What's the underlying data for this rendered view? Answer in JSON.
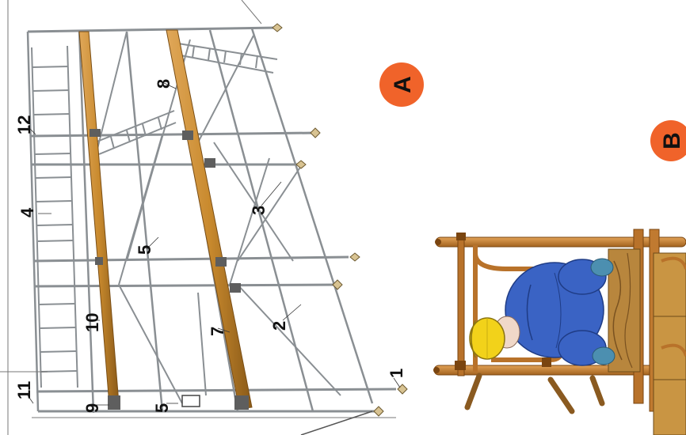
{
  "panels": {
    "a": {
      "badge": "A",
      "badge_color": "#f0632a"
    },
    "b": {
      "badge": "B",
      "badge_color": "#f0632a"
    }
  },
  "callouts": [
    "1",
    "2",
    "3",
    "4",
    "5",
    "5",
    "7",
    "8",
    "9",
    "10",
    "11",
    "12"
  ],
  "colors": {
    "frame": "#8a8f93",
    "plank": "#c98a2e",
    "plank_dark": "#8a5a18",
    "worker_suit": "#3a63c4",
    "helmet": "#f2d21a",
    "guardrail": "#b8722a",
    "deck": "#b8863d"
  }
}
